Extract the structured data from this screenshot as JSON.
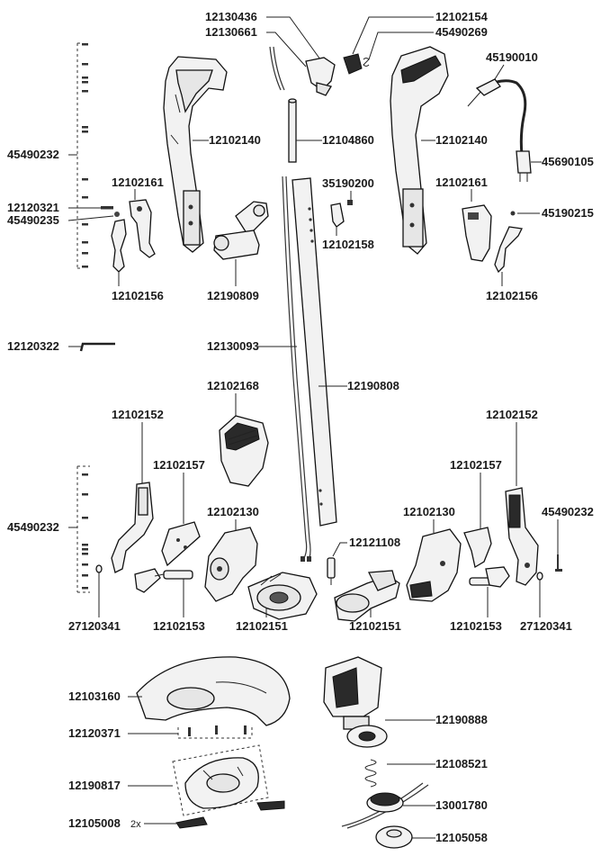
{
  "parts": {
    "p12130436": "12130436",
    "p12102154": "12102154",
    "p12130661": "12130661",
    "p45490269": "45490269",
    "p45190010": "45190010",
    "p12102140_left": "12102140",
    "p12104860": "12104860",
    "p12102140_right": "12102140",
    "p45490232_top": "45490232",
    "p45690105": "45690105",
    "p12102161_left": "12102161",
    "p35190200": "35190200",
    "p12102161_right": "12102161",
    "p12120321": "12120321",
    "p45490235": "45490235",
    "p45190215": "45190215",
    "p12102158": "12102158",
    "p12102156_left": "12102156",
    "p12190809": "12190809",
    "p12102156_right": "12102156",
    "p12120322": "12120322",
    "p12130093": "12130093",
    "p12190808": "12190808",
    "p12102168": "12102168",
    "p12102152_left": "12102152",
    "p12102152_right": "12102152",
    "p12102157_left": "12102157",
    "p12102157_right": "12102157",
    "p45490232_left": "45490232",
    "p12102130_left": "12102130",
    "p12102130_right": "12102130",
    "p45490232_right": "45490232",
    "p12121108": "12121108",
    "p27120341_left": "27120341",
    "p12102153_left": "12102153",
    "p12102151_left": "12102151",
    "p12102151_right": "12102151",
    "p12102153_right": "12102153",
    "p27120341_right": "27120341",
    "p12103160": "12103160",
    "p12190888": "12190888",
    "p12120371": "12120371",
    "p12108521": "12108521",
    "p12190817": "12190817",
    "p13001780": "13001780",
    "p12105008": "12105008",
    "qty_12105008": "2x",
    "p12105058": "12105058"
  },
  "colors": {
    "line": "#222222",
    "part_fill": "#f2f2f2",
    "dark_fill": "#2a2a2a"
  }
}
